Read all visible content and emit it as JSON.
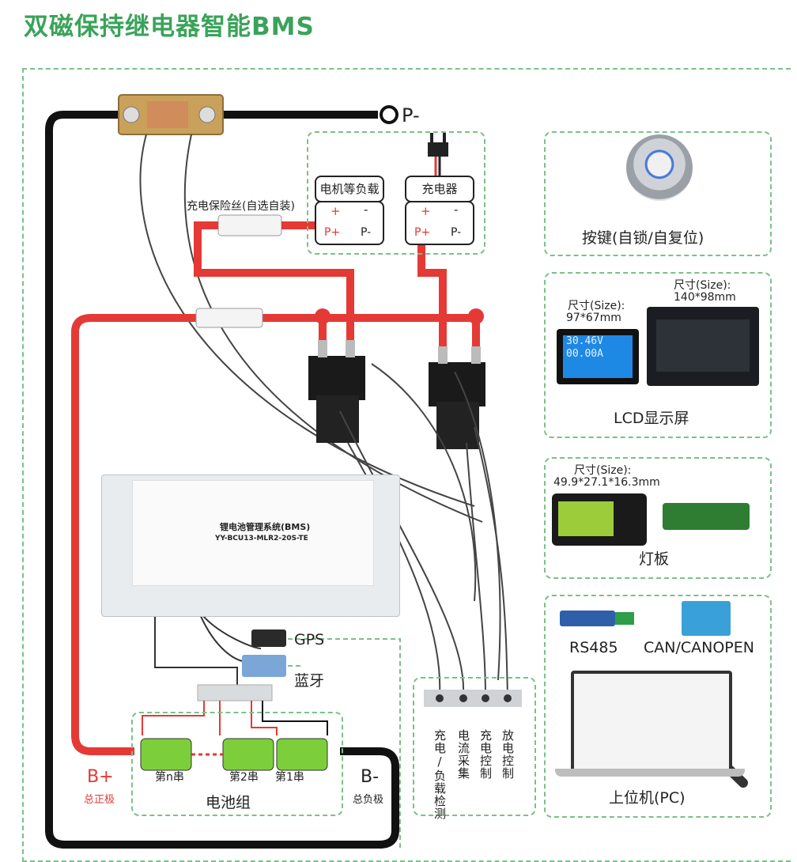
{
  "title": "双磁保持继电器智能BMS",
  "colors": {
    "title": "#3aa35a",
    "dashed_border": "#7cc08a",
    "positive_wire": "#e53935",
    "negative_wire": "#111111",
    "signal_wire": "#444444"
  },
  "labels": {
    "p_minus": "P-",
    "fuse": "充电保险丝(自选自装)",
    "load_box": "电机等负载",
    "charger_box": "充电器",
    "p_plus": "P+",
    "p_minus_small": "P-",
    "plus": "+",
    "minus": "-",
    "gps": "GPS",
    "bluetooth": "蓝牙",
    "b_plus": "B+",
    "b_plus_sub": "总正极",
    "b_minus": "B-",
    "b_minus_sub": "总负极",
    "battery_group": "电池组",
    "cell_n": "第n串",
    "cell_2": "第2串",
    "cell_1": "第1串"
  },
  "signals": [
    "充电/负载检测",
    "电流采集",
    "充电控制",
    "放电控制"
  ],
  "bms": {
    "name": "锂电池管理系统(BMS)",
    "model": "YY-BCU13-MLR2-20S-TE"
  },
  "peripherals": {
    "button": "按键(自锁/自复位)",
    "lcd": {
      "label": "LCD显示屏",
      "size_small_label": "尺寸(Size):",
      "size_small_value": "97*67mm",
      "size_large_label": "尺寸(Size):",
      "size_large_value": "140*98mm",
      "screen_text": "30.46V\n00.00A"
    },
    "lamp": {
      "label": "灯板",
      "size_label": "尺寸(Size):",
      "size_value": "49.9*27.1*16.3mm"
    },
    "comm": {
      "rs485": "RS485",
      "can": "CAN/CANOPEN",
      "pc": "上位机(PC)"
    }
  }
}
